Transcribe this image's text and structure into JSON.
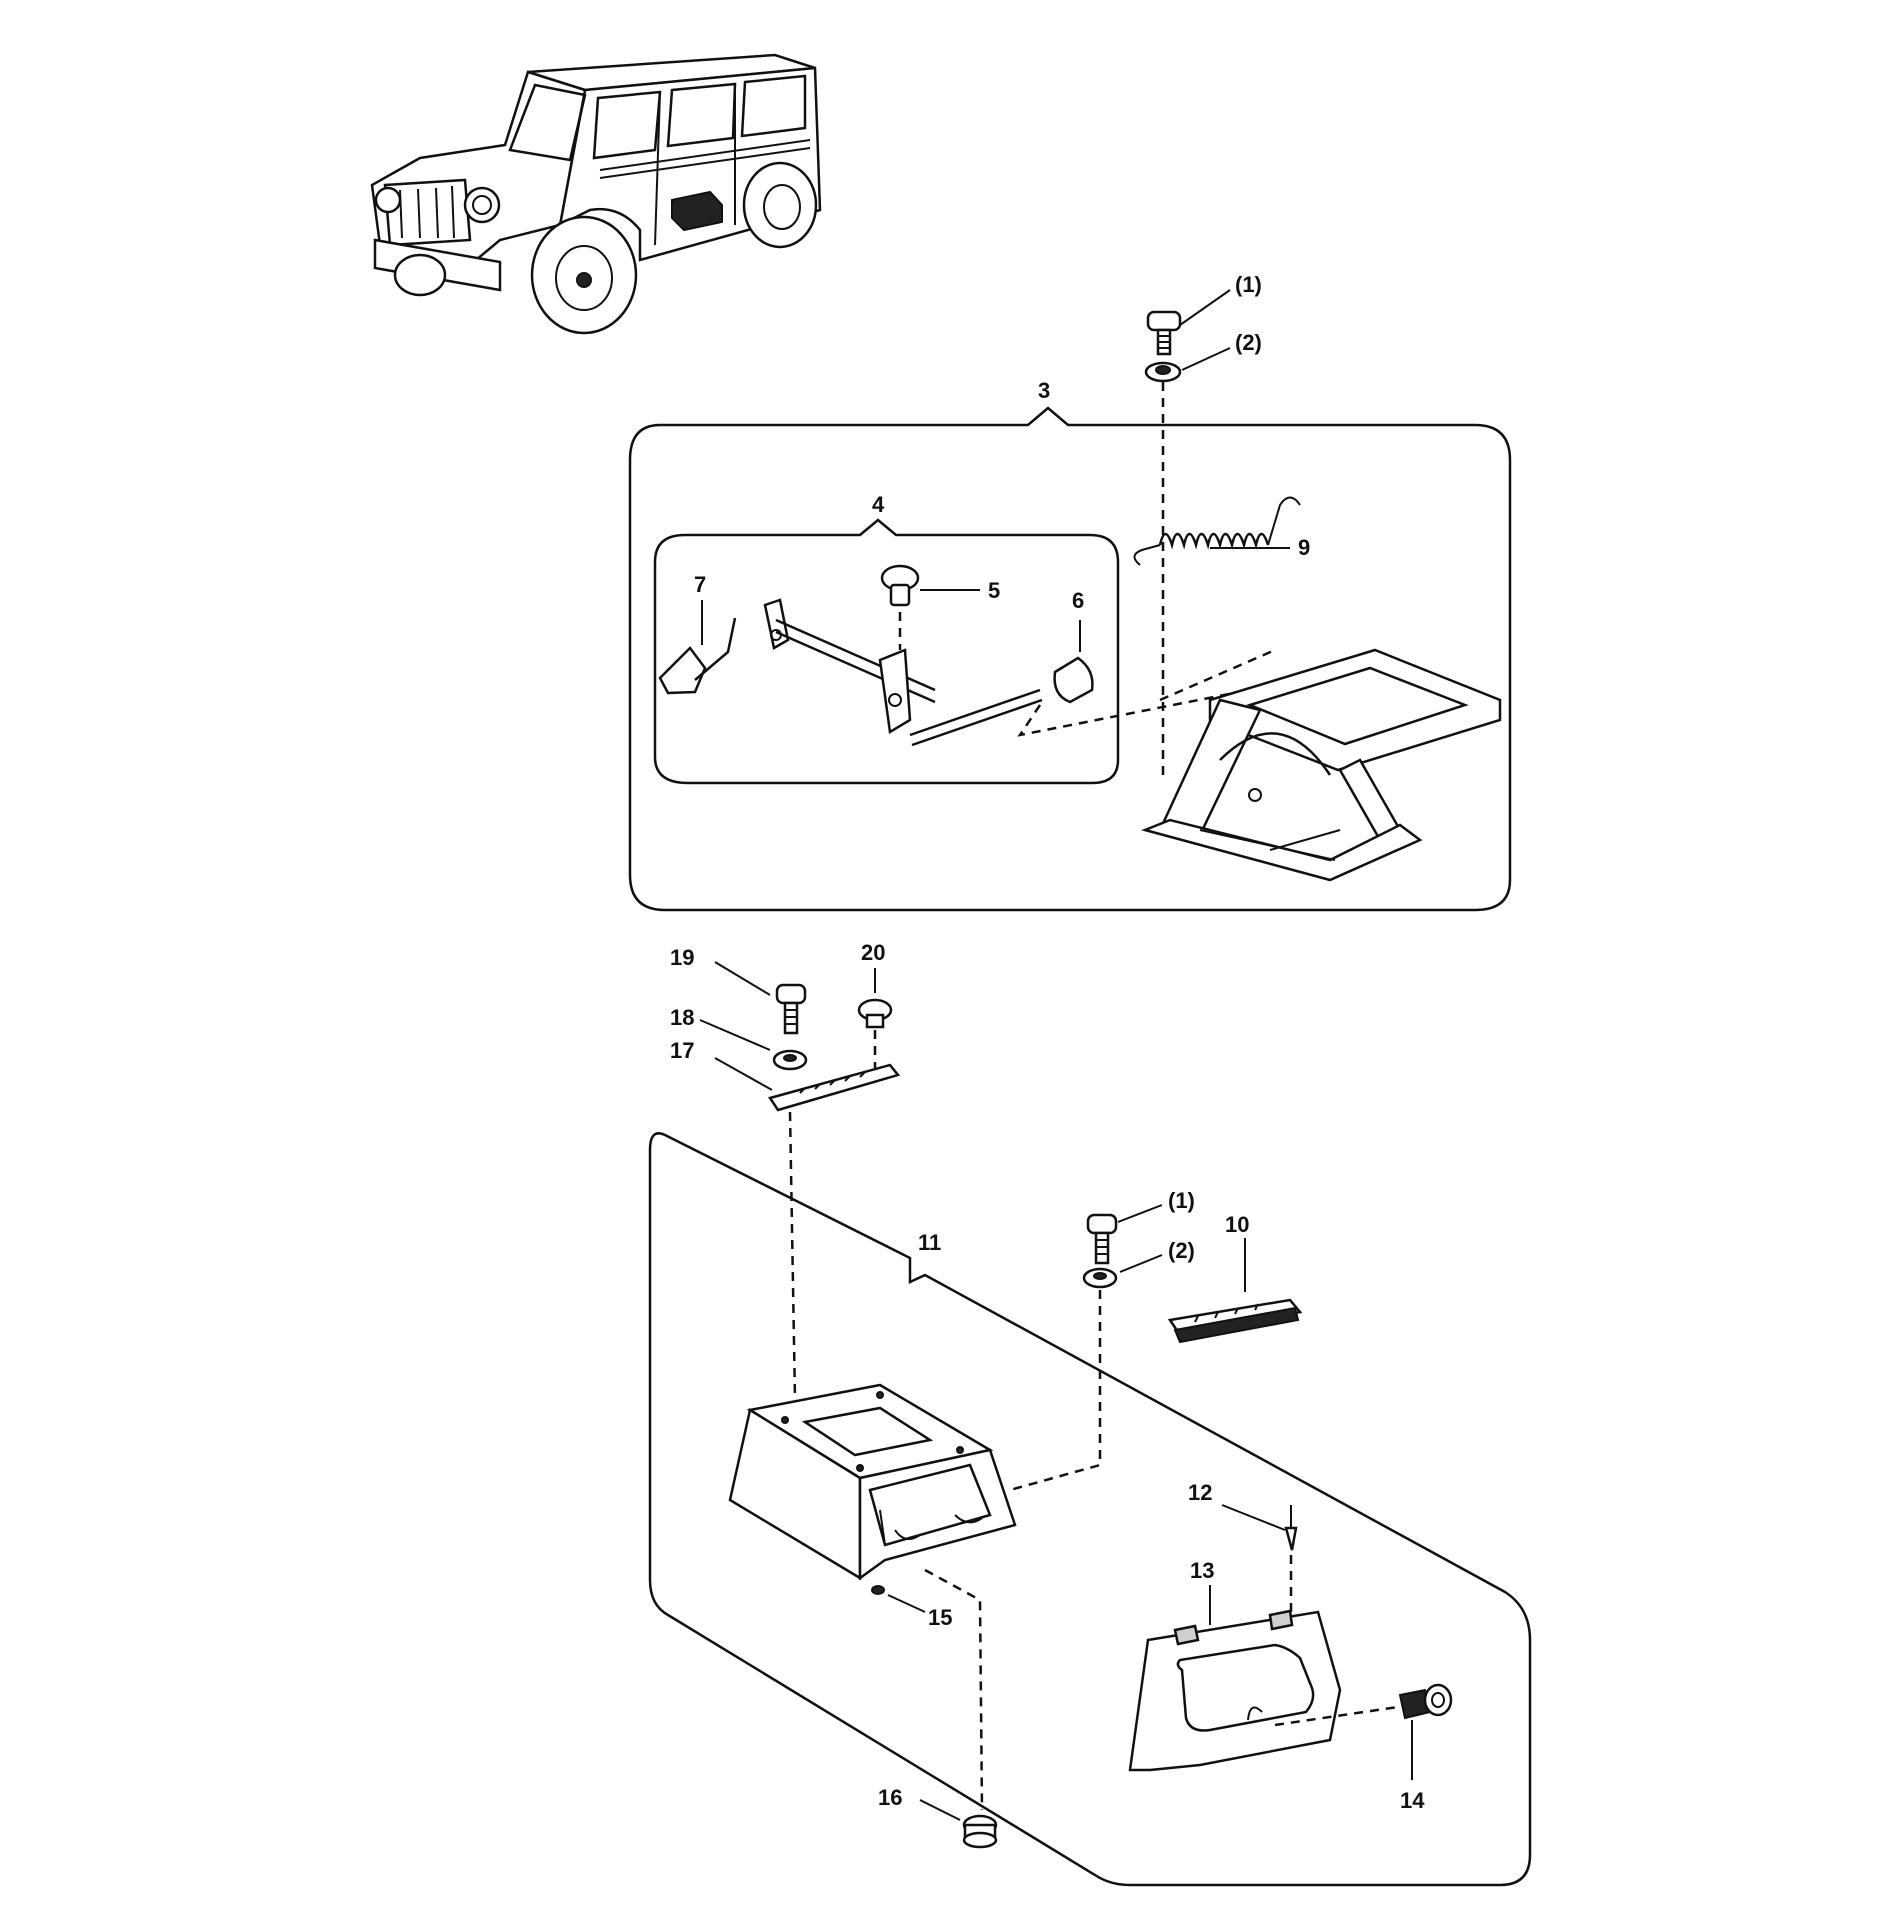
{
  "callouts": {
    "c1_top": "(1)",
    "c2_top": "(2)",
    "c3": "3",
    "c4": "4",
    "c5": "5",
    "c6": "6",
    "c7": "7",
    "c9": "9",
    "c19": "19",
    "c20": "20",
    "c18": "18",
    "c17": "17",
    "c11": "11",
    "c1_mid": "(1)",
    "c2_mid": "(2)",
    "c10": "10",
    "c12": "12",
    "c13": "13",
    "c15": "15",
    "c14": "14",
    "c16": "16"
  },
  "icons": {
    "vehicle": "vehicle-illustration",
    "bolt": "bolt-icon",
    "washer": "washer-icon",
    "spring": "spring-icon",
    "pedal": "pedal-linkage-icon",
    "bracket": "bracket-icon",
    "plate": "plate-icon",
    "box": "battery-box-icon",
    "cover": "cover-panel-icon",
    "grommet": "grommet-icon"
  }
}
